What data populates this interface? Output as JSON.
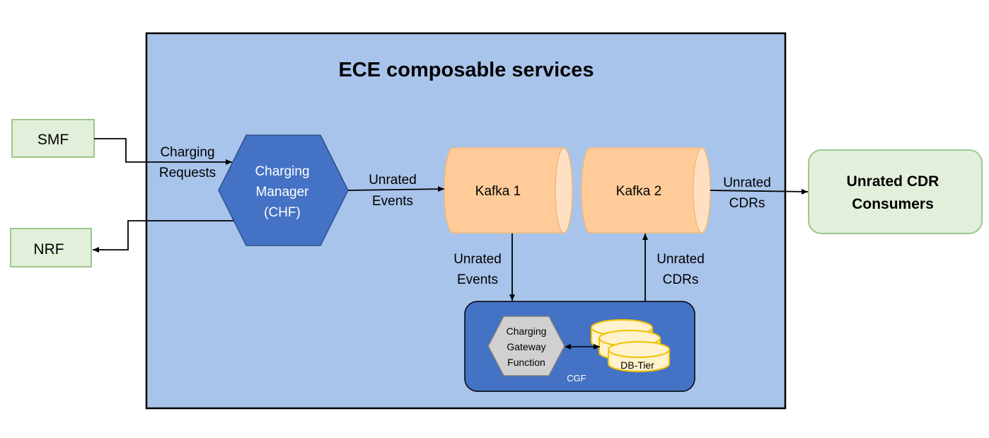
{
  "title": "ECE composable services",
  "nodes": {
    "smf": "SMF",
    "nrf": "NRF",
    "chf": [
      "Charging",
      "Manager",
      "(CHF)"
    ],
    "kafka1": "Kafka 1",
    "kafka2": "Kafka 2",
    "consumers": [
      "Unrated CDR",
      "Consumers"
    ],
    "cgf_label": "CGF",
    "gateway": [
      "Charging",
      "Gateway",
      "Function"
    ],
    "dbtier": "DB-Tier"
  },
  "edges": {
    "charging_requests": [
      "Charging",
      "Requests"
    ],
    "unrated_events_top": [
      "Unrated",
      "Events"
    ],
    "unrated_events_down": [
      "Unrated",
      "Events"
    ],
    "unrated_cdrs_up": [
      "Unrated",
      "CDRs"
    ],
    "unrated_cdrs_out": [
      "Unrated",
      "CDRs"
    ]
  },
  "colors": {
    "container_fill": "#a9c4eb",
    "container_border": "#000000",
    "green_fill": "#e2efda",
    "green_border": "#9dc88a",
    "chf_fill": "#4472c4",
    "kafka_fill": "#ffcc99",
    "kafka_end": "#ffe0c2",
    "kafka_border": "#f2b97a",
    "cgf_fill": "#4472c4",
    "gateway_fill": "#d0d0d0",
    "db_fill": "#fff2cc",
    "db_border": "#f2c200"
  }
}
